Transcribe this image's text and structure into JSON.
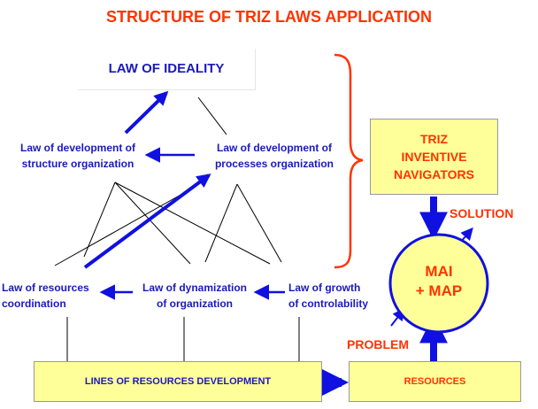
{
  "title": "STRUCTURE OF TRIZ LAWS APPLICATION",
  "ideality": "LAW OF IDEALITY",
  "laws": {
    "structure": [
      "Law of development of",
      "structure organization"
    ],
    "processes": [
      "Law of development of",
      "processes organization"
    ],
    "resources": [
      "Law of resources",
      "coordination"
    ],
    "dynamization": [
      "Law of dynamization",
      "of  organization"
    ],
    "growth": [
      "Law of growth",
      "of  controlability"
    ]
  },
  "navigators": [
    "TRIZ",
    "INVENTIVE",
    "NAVIGATORS"
  ],
  "mai_map": [
    "MAI",
    "+ MAP"
  ],
  "solution": "SOLUTION",
  "problem": "PROBLEM",
  "lines_box": "LINES OF RESOURCES DEVELOPMENT",
  "resources_box": "RESOURCES",
  "colors": {
    "blue": "#1a1ab8",
    "arrow": "#1010e0",
    "red": "#ff3300",
    "box": "#ffff99"
  }
}
